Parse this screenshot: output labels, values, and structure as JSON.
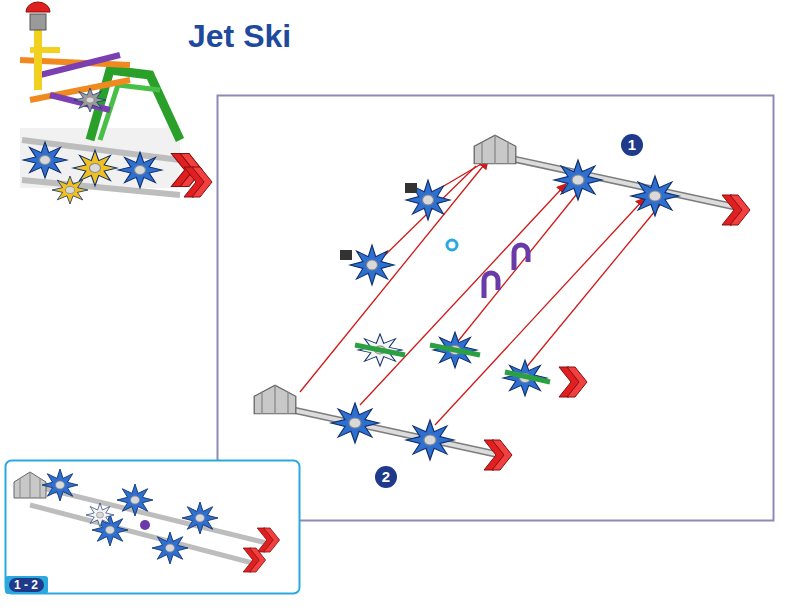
{
  "diagram": {
    "title": "Jet Ski",
    "labels": [
      "1",
      "2",
      "1 - 2"
    ]
  }
}
